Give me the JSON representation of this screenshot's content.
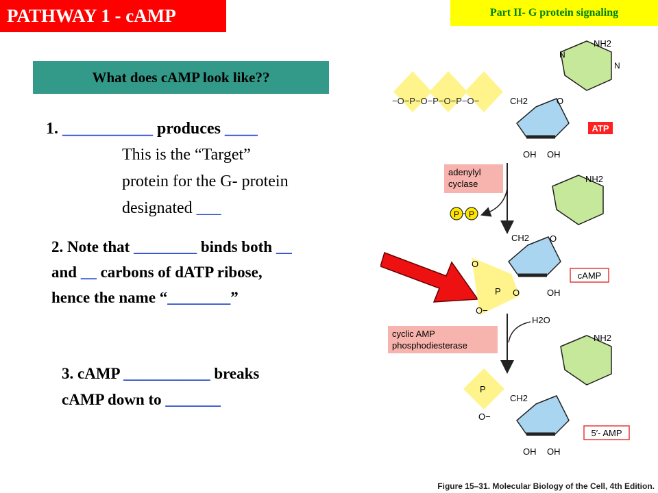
{
  "header": {
    "title": "PATHWAY 1  - cAMP",
    "part_label": "Part II- G protein signaling"
  },
  "question": "What does cAMP look like??",
  "item1": {
    "l1_a": "1. ",
    "l1_b1": "___________",
    "l1_c": " produces ",
    "l1_b2": "____",
    "l2": "This is the “Target”",
    "l3": "protein for the G- protein",
    "l4_a": "designated ",
    "l4_b": "___"
  },
  "item2": {
    "l1_a": "2. Note that ",
    "l1_b1": "________",
    "l1_c": " binds both ",
    "l1_b2": "__",
    "l2_a": "and ",
    "l2_b": "__",
    "l2_c": " carbons of dATP ribose,",
    "l3_a": "hence the name “",
    "l3_b": "________",
    "l3_c": "”"
  },
  "item3": {
    "l1_a": "3. cAMP ",
    "l1_b": "___________",
    "l1_c": " breaks",
    "l2_a": "cAMP down to ",
    "l2_b": "_______"
  },
  "diagram": {
    "atp_label": "ATP",
    "enzyme1": [
      "adenylyl",
      "cyclase"
    ],
    "ppi": "P",
    "camp_label": "cAMP",
    "h2o": "H2O",
    "enzyme2": [
      "cyclic AMP",
      "phosphodiesterase"
    ],
    "amp_label": "5′- AMP",
    "nh2": "NH2",
    "oh": "OH",
    "ch2": "CH2",
    "atom_n": "N",
    "atom_o": "O",
    "atom_p": "P",
    "phosphate_chain": "−O−P−O−P−O−P−O−",
    "o_minus": "O−",
    "caption": "Figure 15–31. Molecular Biology of the Cell, 4th Edition."
  },
  "colors": {
    "title_bg": "#ff0000",
    "part_bg": "#ffff00",
    "part_text": "#008000",
    "question_bg": "#339988",
    "blank": "#2244cc",
    "arrow": "#ee1111",
    "adenine": "#c6e89a",
    "ribose": "#a9d5f0",
    "phosphate": "#fff48c",
    "label_bg": "#f7b3ad",
    "label_border": "#e53935"
  }
}
